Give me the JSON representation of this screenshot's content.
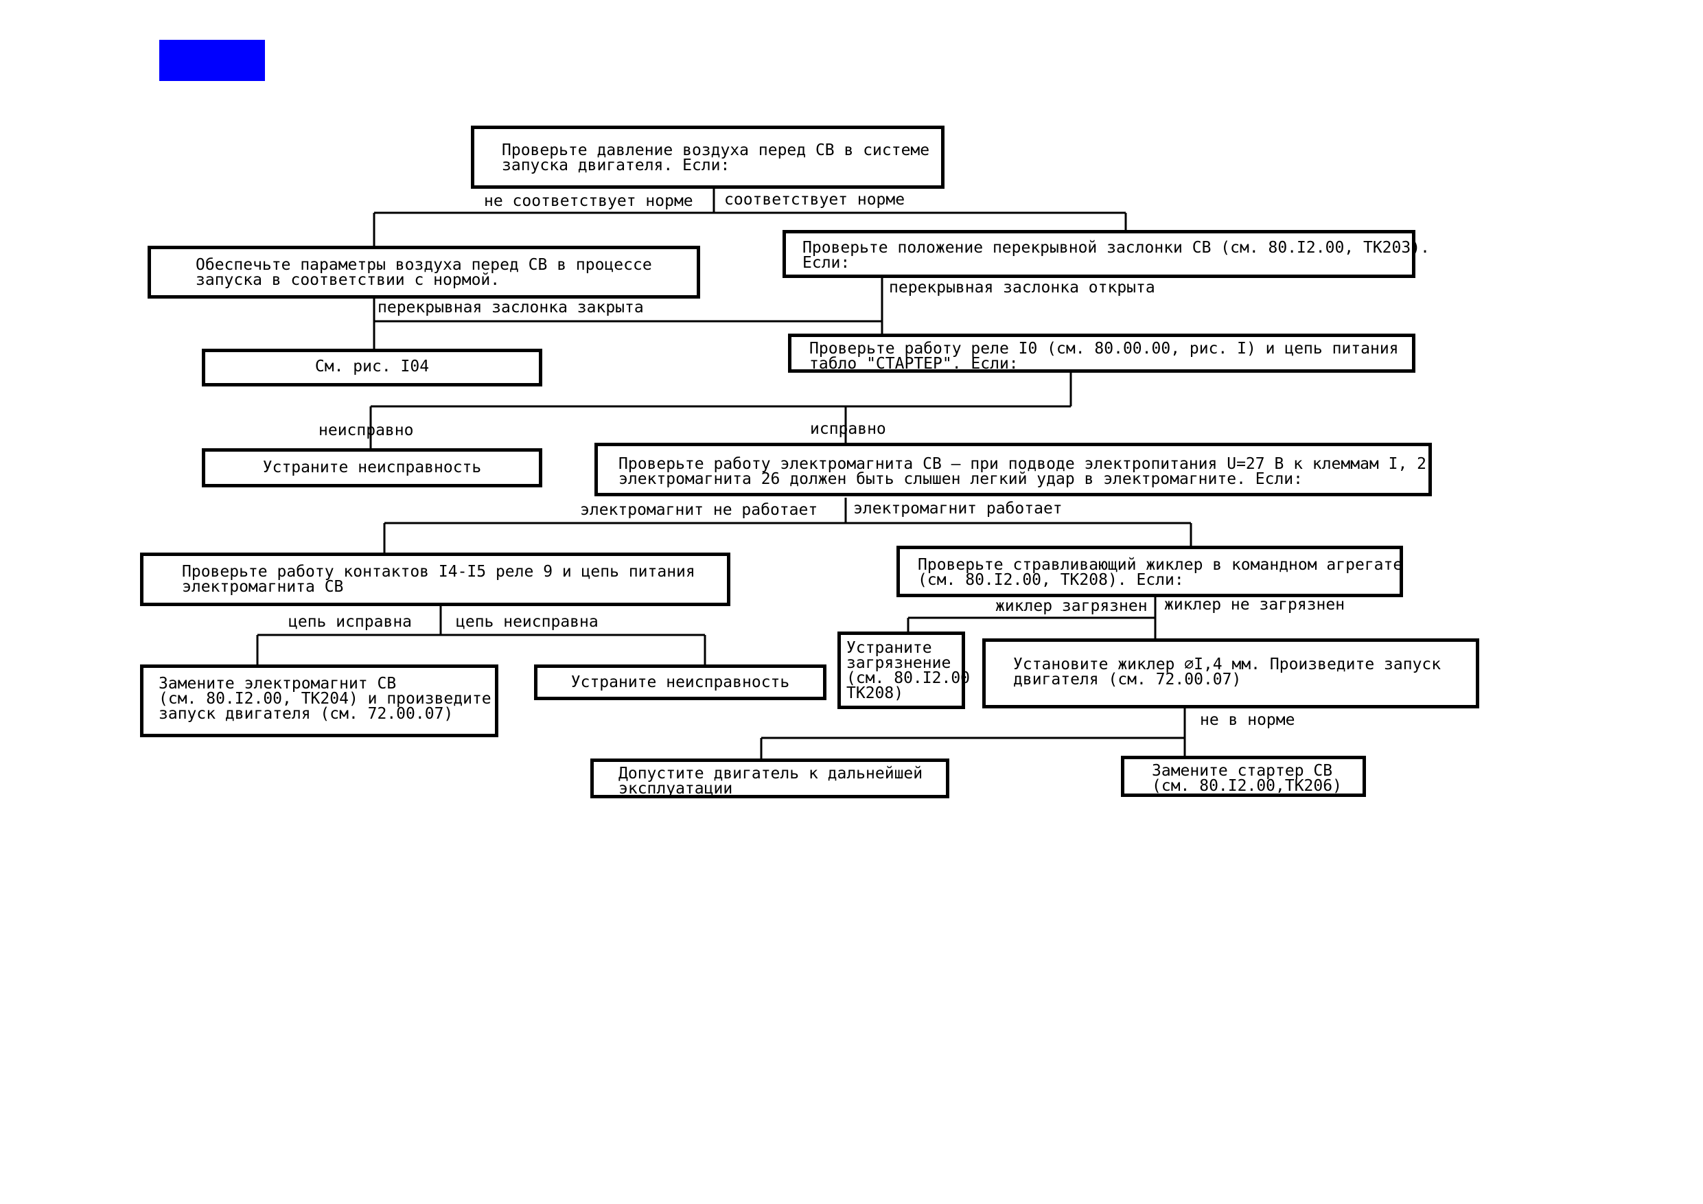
{
  "marker": {
    "color": "#0000ff"
  },
  "boxes": {
    "b1": "Проверьте давление воздуха перед СВ в системе\nзапуска двигателя. Если:",
    "b2": "Обеспечьте параметры воздуха перед СВ в процессе\nзапуска в соответствии с нормой.",
    "b3": "Проверьте положение перекрывной заслонки СВ (см. 80.I2.00, ТК203).\nЕсли:",
    "b4": "См. рис. I04",
    "b5": "Проверьте работу реле I0 (см. 80.00.00, рис. I) и цепь питания\nтабло \"СТАРТЕР\". Если:",
    "b6": "Устраните неисправность",
    "b7": "Проверьте работу электромагнита СВ – при подводе электропитания U=27 В к клеммам I, 2\nэлектромагнита 26 должен быть слышен легкий удар в электромагните. Если:",
    "b8": "Проверьте работу контактов I4-I5 реле 9 и цепь питания\nэлектромагнита СВ",
    "b9": "Проверьте стравливающий жиклер в командном агрегате\n(см. 80.I2.00, ТК208). Если:",
    "b10": "Замените электромагнит СВ\n(см. 80.I2.00, ТК204) и произведите\nзапуск двигателя (см. 72.00.07)",
    "b11": "Устраните неисправность",
    "b12": "Устраните\nзагрязнение\n(см. 80.I2.00\nТК208)",
    "b13": "Установите жиклер ∅I,4 мм. Произведите запуск\nдвигателя (см. 72.00.07)",
    "b14": "Допустите двигатель к дальнейшей\nэксплуатации",
    "b15": "Замените стартер СВ\n(см. 80.I2.00,ТК206)"
  },
  "labels": {
    "l1": "не соответствует норме",
    "l2": "соответствует норме",
    "l3": "перекрывная заслонка открыта",
    "l4": "перекрывная заслонка закрыта",
    "l5": "неисправно",
    "l6": "исправно",
    "l7": "электромагнит не работает",
    "l8": "электромагнит работает",
    "l9": "жиклер загрязнен",
    "l10": "жиклер не загрязнен",
    "l11": "цепь исправна",
    "l12": "цепь неисправна",
    "l13": "не в норме"
  }
}
